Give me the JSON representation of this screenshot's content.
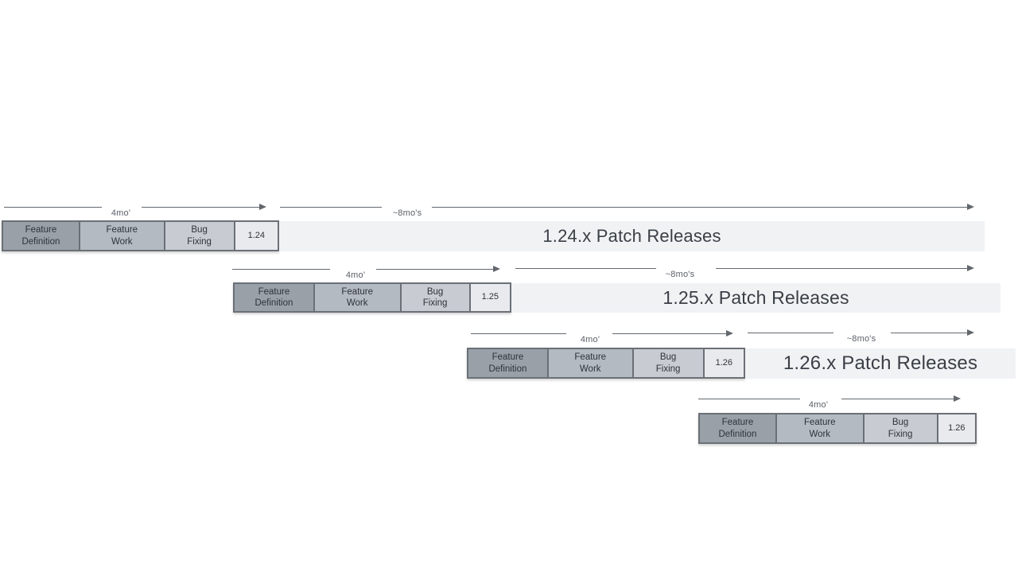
{
  "colors": {
    "background": "#ffffff",
    "feature_definition": "#99a0a8",
    "feature_work": "#b4bac1",
    "bug_fixing": "#c8ccd2",
    "version_box": "#e8eaed",
    "patch_bar": "#f0f2f4",
    "arrow": "#63686e",
    "border": "#6b7077",
    "phase_text": "#2e3338",
    "patch_text": "#3a3f46",
    "label_text": "#5a5f66"
  },
  "rows": [
    {
      "version": "1.24",
      "dev_label": "4mo'",
      "patch_label": "~8mo's",
      "patch_text": "1.24.x Patch Releases",
      "phases": {
        "feature_definition": "Feature\nDefinition",
        "feature_work": "Feature\nWork",
        "bug_fixing": "Bug\nFixing"
      }
    },
    {
      "version": "1.25",
      "dev_label": "4mo'",
      "patch_label": "~8mo's",
      "patch_text": "1.25.x Patch Releases",
      "phases": {
        "feature_definition": "Feature\nDefinition",
        "feature_work": "Feature\nWork",
        "bug_fixing": "Bug\nFixing"
      }
    },
    {
      "version": "1.26",
      "dev_label": "4mo'",
      "patch_label": "~8mo's",
      "patch_text": "1.26.x Patch Releases",
      "phases": {
        "feature_definition": "Feature\nDefinition",
        "feature_work": "Feature\nWork",
        "bug_fixing": "Bug\nFixing"
      }
    },
    {
      "version": "1.26",
      "dev_label": "4mo'",
      "phases": {
        "feature_definition": "Feature\nDefinition",
        "feature_work": "Feature\nWork",
        "bug_fixing": "Bug\nFixing"
      }
    }
  ]
}
